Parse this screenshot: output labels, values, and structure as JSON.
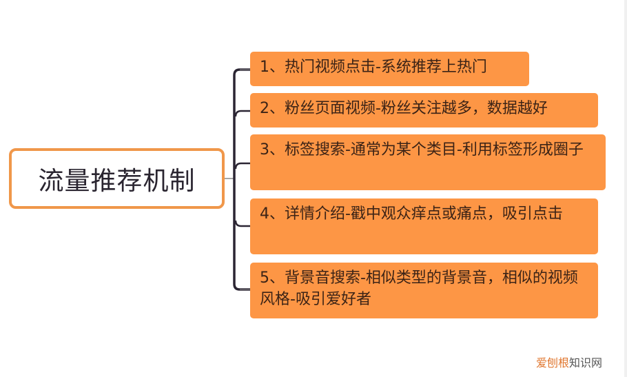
{
  "diagram": {
    "type": "mind-map",
    "root": {
      "label": "流量推荐机制",
      "border_color": "#f0974a"
    },
    "children": [
      {
        "label": "1、热门视频点击-系统推荐上热门"
      },
      {
        "label": "2、粉丝页面视频-粉丝关注越多，数据越好"
      },
      {
        "label": "3、标签搜索-通常为某个类目-利用标签形成圈子"
      },
      {
        "label": "4、详情介绍-戳中观众痒点或痛点，吸引点击"
      },
      {
        "label": "5、背景音搜索-相似类型的背景音，相似的视频风格-吸引爱好者"
      }
    ],
    "node_color": "#fd9645",
    "connector_color": "#2b2533"
  },
  "watermark": {
    "part1": "爱刨根",
    "part2": "知识网"
  }
}
